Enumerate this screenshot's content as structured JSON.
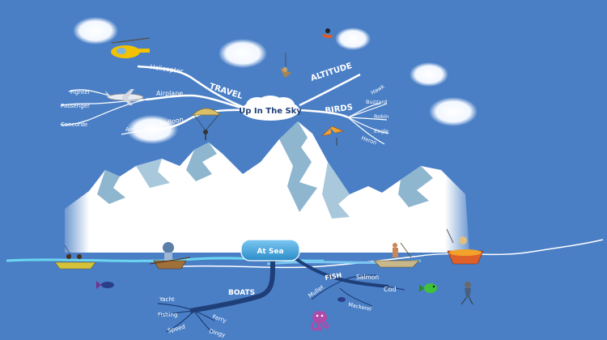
{
  "sky": {
    "center": "Up In The Sky",
    "travel": {
      "title": "TRAVEL",
      "items": [
        "Helicopter",
        "Airplane",
        "Balloon"
      ],
      "airplane_types": [
        "Fighter",
        "Passenger",
        "Concorde"
      ],
      "balloon_types": [
        "Air"
      ]
    },
    "altitude": {
      "title": "ALTITUDE"
    },
    "birds": {
      "title": "BIRDS",
      "items": [
        "Hawk",
        "Buzzard",
        "Robin",
        "Eagle",
        "Heron"
      ]
    }
  },
  "sea": {
    "center": "At Sea",
    "boats": {
      "title": "BOATS",
      "items": [
        "Yacht",
        "Fishing",
        "Speed",
        "Ferry",
        "Dingy"
      ]
    },
    "fish": {
      "title": "FISH",
      "items": [
        "Mullet",
        "Salmon",
        "Cod",
        "Mackerel"
      ]
    }
  },
  "colors": {
    "sky": "#4a7fc6",
    "snow": "#ffffff",
    "ice_shadow": "#8fb6cf",
    "sea_node": "#3aa0d8",
    "branch": "#ffffff",
    "sea_branch": "#1f3f78"
  },
  "icons": [
    "helicopter-icon",
    "airplane-icon",
    "parachute-icon",
    "skydiver-icon",
    "hang-glider-icon",
    "fishing-boat-icon",
    "rowboat-icon",
    "fish-icon",
    "octopus-icon",
    "diver-icon",
    "cloud-icon"
  ]
}
